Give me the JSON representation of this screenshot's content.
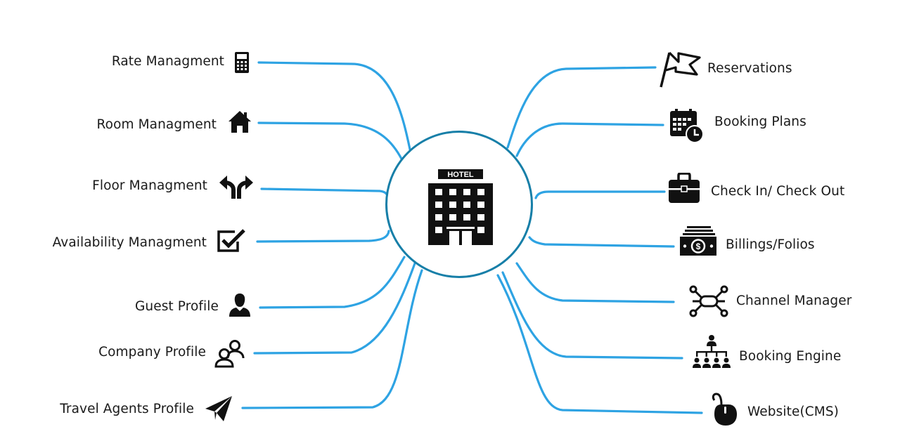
{
  "center": {
    "sign_text": "HOTEL",
    "icon": "hotel-building-icon"
  },
  "left_items": [
    {
      "label": "Rate Managment",
      "icon": "calculator-icon"
    },
    {
      "label": "Room Managment",
      "icon": "house-icon"
    },
    {
      "label": "Floor Managment",
      "icon": "split-arrows-icon"
    },
    {
      "label": "Availability Managment",
      "icon": "checkbox-checked-icon"
    },
    {
      "label": "Guest Profile",
      "icon": "user-icon"
    },
    {
      "label": "Company Profile",
      "icon": "users-icon"
    },
    {
      "label": "Travel Agents Profile",
      "icon": "paper-plane-icon"
    }
  ],
  "right_items": [
    {
      "label": "Reservations",
      "icon": "flag-icon"
    },
    {
      "label": "Booking Plans",
      "icon": "calendar-clock-icon"
    },
    {
      "label": "Check In/ Check Out",
      "icon": "briefcase-icon"
    },
    {
      "label": "Billings/Folios",
      "icon": "cash-stack-icon"
    },
    {
      "label": "Channel Manager",
      "icon": "network-hub-icon"
    },
    {
      "label": "Booking Engine",
      "icon": "org-chart-icon"
    },
    {
      "label": "Website(CMS)",
      "icon": "mouse-icon"
    }
  ],
  "colors": {
    "connector": "#2ea3e3",
    "hub_border": "#177fa8",
    "icon": "#111111"
  }
}
